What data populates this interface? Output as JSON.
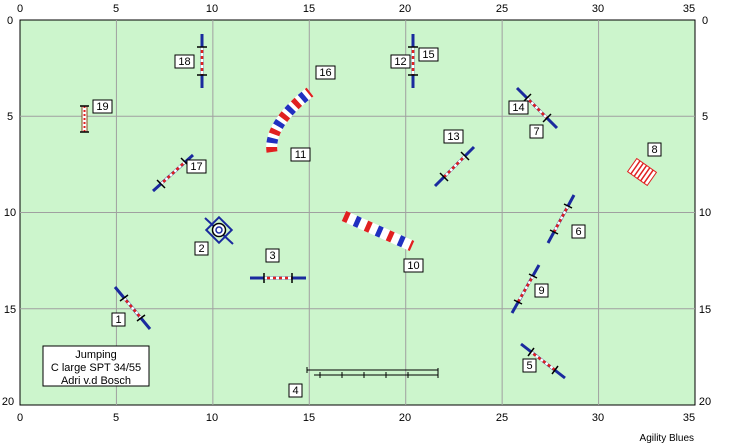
{
  "axis": {
    "x_ticks": [
      "0",
      "5",
      "10",
      "15",
      "20",
      "25",
      "30",
      "35"
    ],
    "y_ticks": [
      "0",
      "5",
      "10",
      "15",
      "20"
    ]
  },
  "info": {
    "line1": "Jumping",
    "line2": "C large SPT 34/55",
    "line3": "Adri v.d Bosch"
  },
  "credit": "Agility Blues",
  "colors": {
    "field": "#ccf5cc",
    "grid": "#a0a0a0",
    "bar": "#1a2a9e",
    "pole_red": "#e02020",
    "tunnel_red": "#e02020",
    "tunnel_blue": "#2030c0"
  },
  "obstacles": [
    {
      "num": "1",
      "type": "jump"
    },
    {
      "num": "2",
      "type": "tire"
    },
    {
      "num": "3",
      "type": "jump"
    },
    {
      "num": "4",
      "type": "long-jump"
    },
    {
      "num": "5",
      "type": "jump"
    },
    {
      "num": "6",
      "type": "jump"
    },
    {
      "num": "7",
      "type": "jump"
    },
    {
      "num": "8",
      "type": "wall"
    },
    {
      "num": "9",
      "type": "jump"
    },
    {
      "num": "10",
      "type": "tunnel"
    },
    {
      "num": "11",
      "type": "tunnel"
    },
    {
      "num": "12",
      "type": "jump"
    },
    {
      "num": "13",
      "type": "jump"
    },
    {
      "num": "14",
      "type": "jump"
    },
    {
      "num": "15",
      "type": "jump"
    },
    {
      "num": "16",
      "type": "tunnel"
    },
    {
      "num": "17",
      "type": "jump"
    },
    {
      "num": "18",
      "type": "jump"
    },
    {
      "num": "19",
      "type": "wall"
    }
  ]
}
